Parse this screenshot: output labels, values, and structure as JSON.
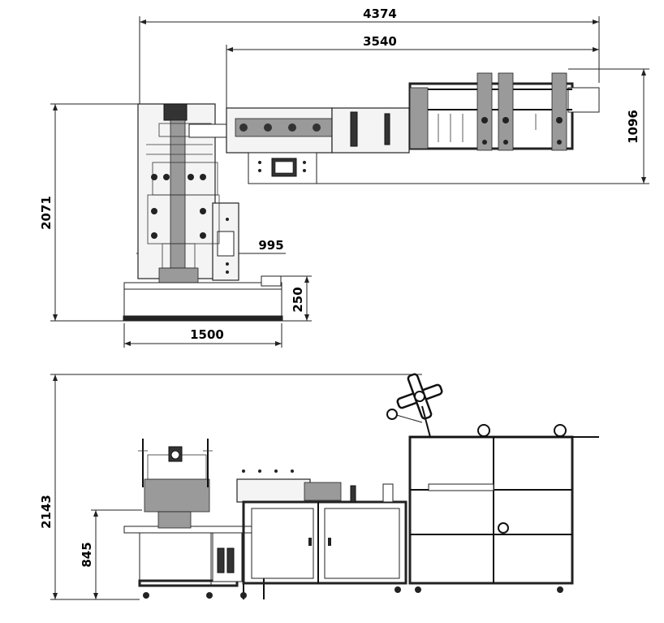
{
  "dimensions": {
    "overall_length": "4374",
    "section_length": "3540",
    "side_depth": "1096",
    "total_depth": "2071",
    "offset": "995",
    "base_depth": "250",
    "base_length": "1500",
    "total_height": "2143",
    "table_height": "845"
  }
}
